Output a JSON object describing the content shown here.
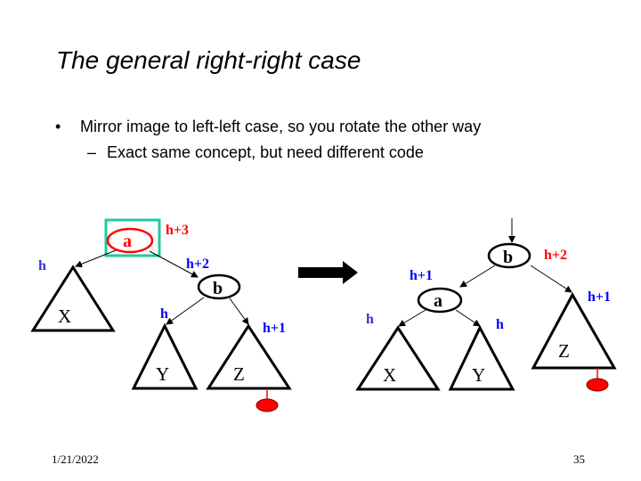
{
  "slide": {
    "title": "The general right-right case",
    "bullets": [
      {
        "marker": "•",
        "text": "Mirror image to left-left case, so you rotate the other way"
      },
      {
        "marker": "–",
        "text": "Exact same concept, but need different code"
      }
    ],
    "date": "1/21/2022",
    "page_number": "35"
  },
  "diagram": {
    "before": {
      "root": "a",
      "root_height": "h+3",
      "right_child": "b",
      "right_child_height": "h+2",
      "subtrees": [
        {
          "name": "X",
          "height": "h"
        },
        {
          "name": "Y",
          "height": "h"
        },
        {
          "name": "Z",
          "height": "h+1"
        }
      ]
    },
    "after": {
      "root": "b",
      "root_height": "h+2",
      "left_child": "a",
      "left_child_height": "h+1",
      "subtrees": [
        {
          "name": "X",
          "height": "h"
        },
        {
          "name": "Y",
          "height": "h"
        },
        {
          "name": "Z",
          "height": "h+1"
        }
      ]
    },
    "colors": {
      "highlight_box": "#1fc8a0",
      "red": "#ff0000",
      "blue": "#0000ff",
      "dim_blue": "#3333cc"
    }
  }
}
